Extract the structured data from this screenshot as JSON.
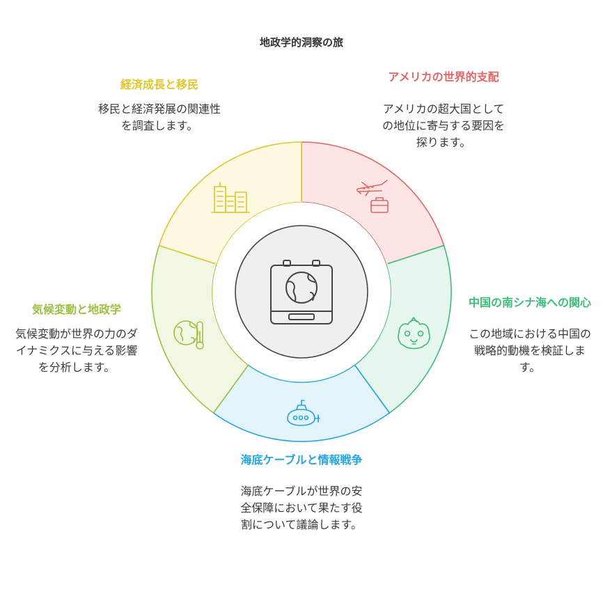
{
  "title": "地政学的洞察の旅",
  "colors": {
    "red": "#e06666",
    "green": "#3dbb7a",
    "blue": "#22a6dc",
    "lime": "#9cc042",
    "yellow": "#e1c62b"
  },
  "segments": [
    {
      "id": "us",
      "title": "アメリカの世界的支配",
      "desc": "アメリカの超大国としての地位に寄与する要因を探ります。",
      "icon": "airplane-suitcase-icon"
    },
    {
      "id": "china",
      "title": "中国の南シナ海への関心",
      "desc": "この地域における中国の戦略的動機を検証します。",
      "icon": "lion-dance-icon"
    },
    {
      "id": "cables",
      "title": "海底ケーブルと情報戦争",
      "desc": "海底ケーブルが世界の安全保障において果たす役割について議論します。",
      "icon": "submarine-icon"
    },
    {
      "id": "climate",
      "title": "気候変動と地政学",
      "desc": "気候変動が世界の力のダイナミクスに与える影響を分析します。",
      "icon": "globe-thermometer-icon"
    },
    {
      "id": "economy",
      "title": "経済成長と移民",
      "desc": "移民と経済発展の関連性を調査します。",
      "icon": "city-buildings-icon"
    }
  ],
  "center_icon": "suitcase-globe-icon"
}
